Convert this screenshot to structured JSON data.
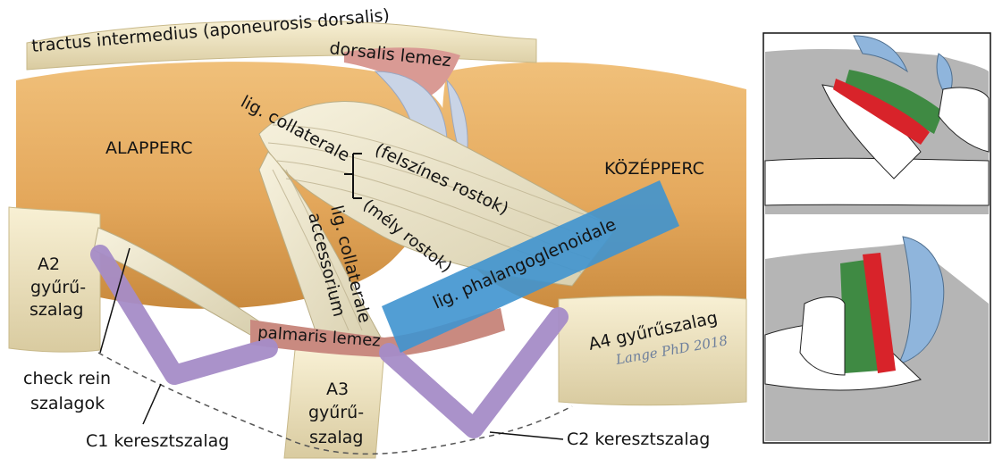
{
  "labels": {
    "tractus": "tractus intermedius (aponeurosis dorsalis)",
    "dorsalis_lemez": "dorsalis lemez",
    "alapperc": "ALAPPERC",
    "kozepperc": "KÖZÉPPERC",
    "lig_collaterale": "lig. collaterale",
    "felszines_rostok": "(felszínes rostok)",
    "mely_rostok": "(mély rostok)",
    "lig_collaterale_accessorium_line1": "lig. collaterale",
    "lig_collaterale_accessorium_line2": "accessorium",
    "lig_phalangoglenoidale": "lig. phalangoglenoidale",
    "a2_line1": "A2",
    "a2_line2": "gyűrű-",
    "a2_line3": "szalag",
    "check_rein_line1": "check rein",
    "check_rein_line2": "szalagok",
    "palmaris_lemez": "palmaris lemez",
    "a3_line1": "A3",
    "a3_line2": "gyűrű-",
    "a3_line3": "szalag",
    "a4": "A4 gyűrűszalag",
    "c1": "C1 keresztszalag",
    "c2": "C2 keresztszalag",
    "signature": "Lange PhD 2018"
  },
  "colors": {
    "bone": "#e4a85c",
    "bone_dark": "#c98a3e",
    "ligament": "#efe9d2",
    "ligament_shade": "#cfc6a6",
    "tendon": "#f1e7c5",
    "dorsal_plate": "#d99a94",
    "cartilage": "#c9d4e6",
    "palmar_plate": "#c98a80",
    "phalangoglenoid_band": "#3f93cf",
    "cruciate": "#a58cc7",
    "inset_gray": "#b5b5b5",
    "inset_blue": "#8fb5dc",
    "inset_green": "#3f8a43",
    "inset_red": "#d8232a"
  }
}
